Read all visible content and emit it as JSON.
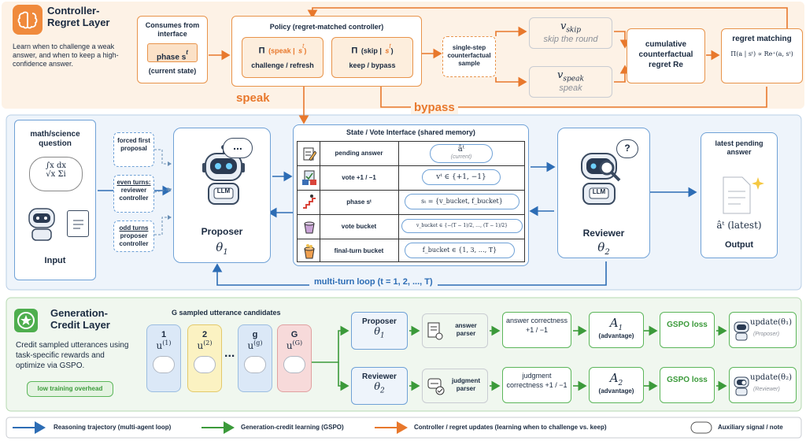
{
  "colors": {
    "orange": "#e8934a",
    "blue": "#2d6db5",
    "green": "#5cb65a",
    "bg_orange": "#fdf2e6",
    "bg_blue": "#eef4fb",
    "bg_green": "#f0f7ef"
  },
  "controller": {
    "title": "Controller-\nRegret Layer",
    "description": "Learn when to challenge a weak answer, and when to keep a high-confidence answer.",
    "icon": "brain-icon",
    "consumes_title": "Consumes from interface",
    "phase_label": "phase s",
    "phase_sup": "t",
    "current_state": "(current state)",
    "policy_title": "Policy (regret-matched controller)",
    "speak_pi": "Π",
    "speak_open": "(speak |",
    "s_t": "s",
    "s_t_sup": "t",
    "close_paren": ")",
    "speak_sub": "challenge / refresh",
    "skip_pi": "Π",
    "skip_open": "(skip |",
    "skip_sub": "keep / bypass",
    "counterfactual": "single-step counterfactual sample",
    "v_skip": "v",
    "v_skip_sub": "skip",
    "v_skip_note": "skip the round",
    "v_speak": "v",
    "v_speak_sub": "speak",
    "v_speak_note": "speak",
    "cum_regret": "cumulative counterfactual regret Re",
    "regret_matching": "regret matching",
    "regret_formula": "Π(a | sᵗ) ∝ Re⁺(a, sᵗ)",
    "speak_label": "speak",
    "bypass_label": "bypass"
  },
  "loop": {
    "input_title": "math/science question",
    "formula1": "∫x dx",
    "formula2": "√x  Σi",
    "input_label": "Input",
    "forced": "forced first proposal",
    "even": "even turns: reviewer controller",
    "even_head": "even turns:",
    "even_rest": "reviewer controller",
    "odd": "odd turns proposer controller",
    "odd_head": "odd turns",
    "odd_rest": "proposer controller",
    "proposer_label": "Proposer",
    "proposer_theta": "θ",
    "proposer_theta_sub": "1",
    "llm": "LLM",
    "bubble": "...",
    "q_mark": "?",
    "interface_title": "State / Vote Interface (shared memory)",
    "rows": [
      {
        "icon": "pencil-note-icon",
        "label": "pending answer",
        "value": "âᵗ",
        "value_note": "(current)"
      },
      {
        "icon": "vote-icon",
        "label": "vote +1 / −1",
        "value": "vᵗ ∈ {+1, −1}"
      },
      {
        "icon": "stairs-icon",
        "label": "phase  sᵗ",
        "value": "sₜ = {v_bucket, f_bucket}"
      },
      {
        "icon": "bucket-icon",
        "label": "vote bucket",
        "value": "v_bucket ∈ {−(T − 1)/2, …, (T − 1)/2}"
      },
      {
        "icon": "bucket-full-icon",
        "label": "final-turn bucket",
        "value": "f_bucket ∈ {1, 3, …, T}"
      }
    ],
    "reviewer_label": "Reviewer",
    "reviewer_theta": "θ",
    "reviewer_theta_sub": "2",
    "output_title": "latest pending answer",
    "output_value": "âᵗ (latest)",
    "output_label": "Output",
    "loop_label": "multi-turn loop (t = 1, 2, ..., T)"
  },
  "gen": {
    "title": "Generation-\nCredit Layer",
    "description": "Credit sampled utterances using task-specific rewards and optimize via GSPO.",
    "overhead": "low training overhead",
    "cand_title": "G  sampled utterance candidates",
    "cands": [
      {
        "idx": "1",
        "u": "u",
        "sup": "(1)"
      },
      {
        "idx": "2",
        "u": "u",
        "sup": "(2)"
      },
      {
        "idx": "g",
        "u": "u",
        "sup": "(g)"
      },
      {
        "idx": "G",
        "u": "u",
        "sup": "(G)"
      }
    ],
    "ellipsis": "...",
    "proposer": "Proposer",
    "reviewer": "Reviewer",
    "theta": "θ",
    "answer_parser": "answer parser",
    "judgment_parser": "judgment parser",
    "answer_correct": "answer correctness +1 / −1",
    "judgment_correct": "judgment correctness +1 / −1",
    "A": "A",
    "A1_sub": "1",
    "A2_sub": "2",
    "advantage": "(advantage)",
    "gspo": "GSPO loss",
    "update1": "update(θ₁)",
    "update1_note": "(Proposer)",
    "update2": "update(θ₂)",
    "update2_note": "(Reviewer)"
  },
  "legend": {
    "blue": "Reasoning trajectory (multi-agent loop)",
    "green": "Generation-credit learning (GSPO)",
    "orange": "Controller / regret updates (learning when to challenge vs. keep)",
    "aux": "Auxiliary signal / note"
  }
}
